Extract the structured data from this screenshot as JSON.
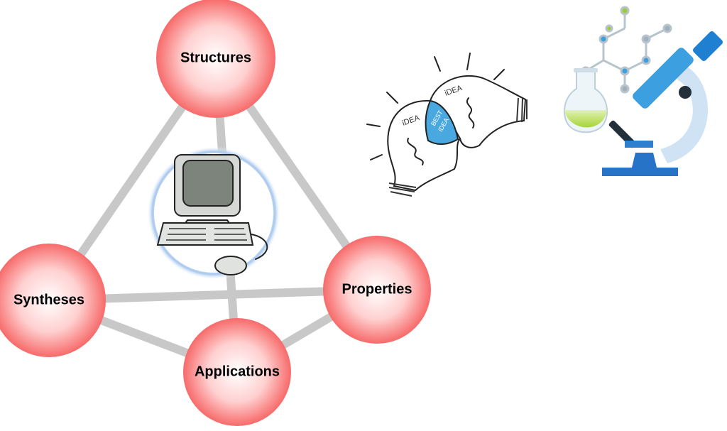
{
  "nodes": {
    "structures": "Structures",
    "syntheses": "Syntheses",
    "properties": "Properties",
    "applications": "Applications"
  },
  "bulbs": {
    "left": "iDEA",
    "right": "iDEA",
    "best_line1": "BEST",
    "best_line2": "iDEA"
  },
  "colors": {
    "node_fill": "#f76a6a",
    "edge": "#c8c8c8",
    "accent_blue": "#3b9fe0"
  }
}
